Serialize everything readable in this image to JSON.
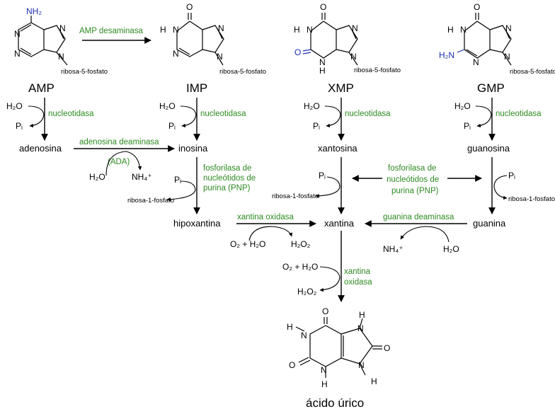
{
  "nucleotides": {
    "amp": "AMP",
    "imp": "IMP",
    "xmp": "XMP",
    "gmp": "GMP"
  },
  "nucleosides": {
    "adenosina": "adenosina",
    "inosina": "inosina",
    "xantosina": "xantosina",
    "guanosina": "guanosina"
  },
  "bases": {
    "hipoxantina": "hipoxantina",
    "xantina": "xantina",
    "guanina": "guanina"
  },
  "product": "ácido úrico",
  "enzymes": {
    "amp_desaminasa": "AMP desaminasa",
    "nucleotidasa": "nucleotidasa",
    "adenosina_deaminasa": "adenosina deaminasa",
    "ada": "(ADA)",
    "pnp_lines": [
      "fosforilasa de",
      "nucleótidos de",
      "purina (PNP)"
    ],
    "xantina_oxidasa": "xantina oxidasa",
    "xantina_oxidasa_lines": [
      "xantina",
      "oxidasa"
    ],
    "guanina_deaminasa": "guanina deaminasa"
  },
  "cofactors": {
    "h2o": "H₂O",
    "pi": "Pᵢ",
    "nh4": "NH₄⁺",
    "ribosa_1_fosfato": "ribosa-1-fosfato",
    "o2_h2o": "O₂ + H₂O",
    "h2o2": "H₂O₂"
  },
  "substituent": "ribosa-5-fosfato",
  "atoms": {
    "N": "N",
    "H": "H",
    "O": "O",
    "NH2": "NH₂",
    "H2N": "H₂N"
  },
  "colors": {
    "enzyme": "#2e8b22",
    "highlight": "#1a2fb0",
    "line": "#000000"
  }
}
